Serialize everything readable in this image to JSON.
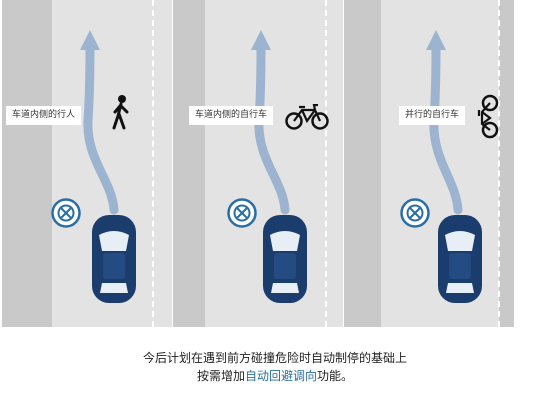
{
  "panels": [
    {
      "label": "车道内侧的行人",
      "object": "pedestrian-icon"
    },
    {
      "label": "车道内侧的自行车",
      "object": "bicycle-icon"
    },
    {
      "label": "并行的自行车",
      "object": "bicycle-icon"
    }
  ],
  "caption": {
    "line1": "今后计划在遇到前方碰撞危险时自动制停的基础上",
    "line2_prefix": "按需增加",
    "line2_highlight": "自动回避调向",
    "line2_suffix": "功能。"
  },
  "colors": {
    "car": "#1b3d6e",
    "arrow": "#9cb4d0",
    "highlight": "#2b6ea3",
    "road": "#e3e3e3",
    "lane": "#c9c9c9"
  }
}
